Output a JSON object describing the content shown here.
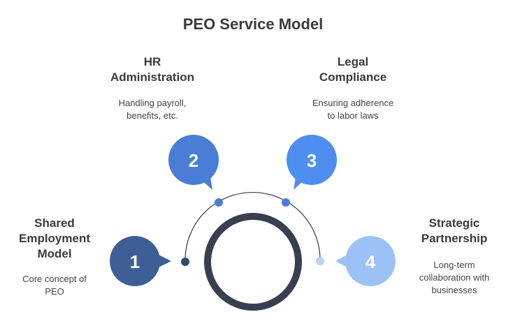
{
  "title": "PEO Service Model",
  "steps": [
    {
      "number": "1",
      "heading": [
        "Shared",
        "Employment",
        "Model"
      ],
      "description": [
        "Core concept of",
        "PEO"
      ],
      "color": "#3d5f96"
    },
    {
      "number": "2",
      "heading": [
        "HR",
        "Administration"
      ],
      "description": [
        "Handling payroll,",
        "benefits, etc."
      ],
      "color": "#4a7ed6"
    },
    {
      "number": "3",
      "heading": [
        "Legal",
        "Compliance"
      ],
      "description": [
        "Ensuring adherence",
        "to labor laws"
      ],
      "color": "#4d8ef0"
    },
    {
      "number": "4",
      "heading": [
        "Strategic",
        "Partnership"
      ],
      "description": [
        "Long-term",
        "collaboration with",
        "businesses"
      ],
      "color": "#9cc1f6"
    }
  ],
  "colors": {
    "hub_ring": "#38404f",
    "arc": "#3a3a3a",
    "dot_1": "#344a6b",
    "dot_2": "#4a7ed6",
    "dot_3": "#4a7ed6",
    "dot_4": "#b9d2f7"
  }
}
